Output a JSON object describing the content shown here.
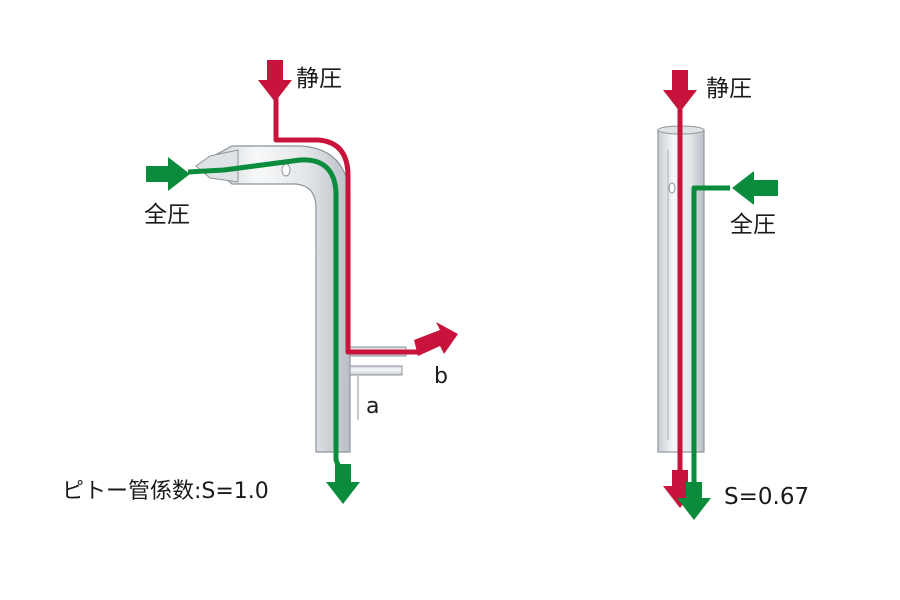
{
  "left_tube": {
    "static_label": "静圧",
    "total_label": "全圧",
    "port_b_label": "b",
    "port_a_label": "a",
    "coefficient_label": "ピトー管係数:S=1.0"
  },
  "right_tube": {
    "static_label": "静圧",
    "total_label": "全圧",
    "coefficient_label": "S=0.67"
  },
  "colors": {
    "static_pressure": "#c8143c",
    "total_pressure": "#0a8c3c",
    "tube_body": "#e9ecef",
    "tube_outline": "#8e959c"
  }
}
